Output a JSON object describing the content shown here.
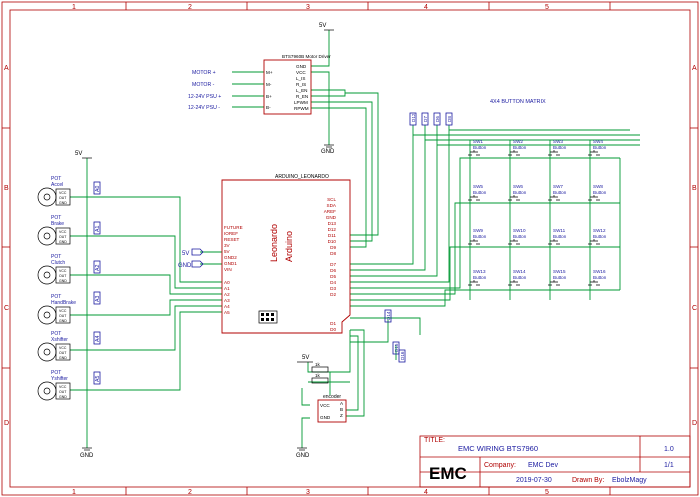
{
  "frame": {
    "cols": [
      "1",
      "2",
      "3",
      "4",
      "5"
    ],
    "rows": [
      "A",
      "B",
      "C",
      "D"
    ]
  },
  "title_block": {
    "title_label": "TITLE:",
    "title": "EMC WIRING BTS7960",
    "version": "1.0",
    "logo": "EMC",
    "company_label": "Company:",
    "company": "EMC Dev",
    "sheet": "1/1",
    "date": "2019-07-30",
    "drawn_label": "Drawn By:",
    "drawn_by": "EbolzMagy"
  },
  "power": {
    "v5": "5V",
    "gnd": "GND"
  },
  "motor_driver": {
    "title": "BTS7960B Motor Driver",
    "pins_right": [
      "GND",
      "VCC",
      "L_IS",
      "R_IS",
      "L_EN",
      "R_EN",
      "LPWM",
      "RPWM"
    ],
    "pins_left": [
      "M+",
      "M-",
      "B+",
      "B-"
    ],
    "ext_labels": [
      "MOTOR +",
      "MOTOR -",
      "12-24V PSU +",
      "12-24V PSU -"
    ]
  },
  "arduino": {
    "title": "ARDUINO_LEONARDO",
    "brand1": "Leonardo",
    "brand2": "Arduino",
    "pins_left": [
      "FUTURE",
      "IOREF",
      "RESET",
      "3V",
      "5V",
      "GND2",
      "GND1",
      "VIN",
      "A0",
      "A1",
      "A2",
      "A3",
      "A4",
      "A5"
    ],
    "pins_right": [
      "SCL",
      "SDA",
      "AREF",
      "GND",
      "D13",
      "D12",
      "D11",
      "D10",
      "D9",
      "D8",
      "D7",
      "D6",
      "D5",
      "D4",
      "D3",
      "D2",
      "D1",
      "D0"
    ]
  },
  "pots": [
    {
      "type": "POT",
      "name": "Accel",
      "net": "A0"
    },
    {
      "type": "POT",
      "name": "Brake",
      "net": "A1"
    },
    {
      "type": "POT",
      "name": "Clutch",
      "net": "A2"
    },
    {
      "type": "POT",
      "name": "HandBrake",
      "net": "A3"
    },
    {
      "type": "POT",
      "name": "Xshifter",
      "net": "A4"
    },
    {
      "type": "POT",
      "name": "Yshifter",
      "net": "A5"
    }
  ],
  "pot_pins": [
    "VCC",
    "OUT",
    "GND"
  ],
  "matrix": {
    "title": "4X4 BUTTON MATRIX",
    "button_word": "Button",
    "switches": [
      "SW1",
      "SW2",
      "SW3",
      "SW4",
      "SW5",
      "SW6",
      "SW7",
      "SW8",
      "SW9",
      "SW10",
      "SW11",
      "SW12",
      "SW13",
      "SW14",
      "SW15",
      "SW16"
    ],
    "net_labels": [
      "D12",
      "D7",
      "D6",
      "D8"
    ],
    "lower_labels": [
      "D14",
      "D15",
      "D16"
    ]
  },
  "encoder": {
    "title": "encoder",
    "pins": [
      "VCC",
      "GND",
      "A",
      "B",
      "Z"
    ],
    "resistors": [
      "1k",
      "1k"
    ]
  },
  "gnd_side_labels": [
    "5V",
    "GND"
  ]
}
